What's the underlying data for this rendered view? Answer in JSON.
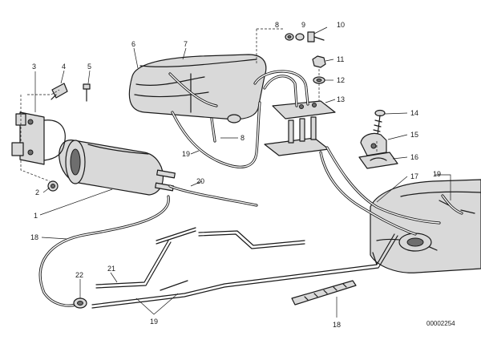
{
  "diagram": {
    "document_number": "00002254",
    "callouts": {
      "c1": "1",
      "c2": "2",
      "c3": "3",
      "c4": "4",
      "c5": "5",
      "c6": "6",
      "c7": "7",
      "c8a": "8",
      "c8b": "8",
      "c9": "9",
      "c10": "10",
      "c11": "11",
      "c12": "12",
      "c13": "13",
      "c14": "14",
      "c15": "15",
      "c16": "16",
      "c17": "17",
      "c18a": "18",
      "c18b": "18",
      "c19a": "19",
      "c19b": "19",
      "c19c": "19",
      "c20": "20",
      "c21": "21",
      "c22": "22"
    }
  }
}
